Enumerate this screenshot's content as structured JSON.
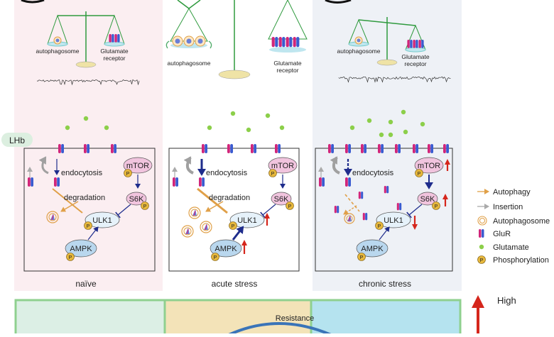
{
  "region_label": "LHb",
  "panels": [
    {
      "id": "naive",
      "caption": "naïve",
      "balance": {
        "left": "autophagosome",
        "right_1": "Glutamate",
        "right_2": "receptor"
      },
      "labels": {
        "endocytosis": "endocytosis",
        "degradation": "degradation",
        "mtor": "mTOR",
        "s6k": "S6K",
        "ulk1": "ULK1",
        "ampk": "AMPK",
        "p": "P"
      }
    },
    {
      "id": "acute",
      "caption": "acute stress",
      "balance": {
        "left": "autophagosome",
        "right_1": "Glutamate",
        "right_2": "receptor"
      },
      "labels": {
        "endocytosis": "endocytosis",
        "degradation": "degradation",
        "mtor": "mTOR",
        "s6k": "S6K",
        "ulk1": "ULK1",
        "ampk": "AMPK",
        "p": "P"
      }
    },
    {
      "id": "chronic",
      "caption": "chronic stress",
      "balance": {
        "left": "autophagosome",
        "right_1": "Glutamate",
        "right_2": "receptor"
      },
      "labels": {
        "endocytosis": "endocytosis",
        "mtor": "mTOR",
        "s6k": "S6K",
        "ulk1": "ULK1",
        "ampk": "AMPK",
        "p": "P"
      }
    }
  ],
  "legend": [
    {
      "key": "autophagy",
      "label": "Autophagy",
      "icon": "orange-arrow-icon"
    },
    {
      "key": "insertion",
      "label": "Insertion",
      "icon": "gray-arrow-icon"
    },
    {
      "key": "autophagosome",
      "label": "Autophagosome",
      "icon": "double-ring-icon"
    },
    {
      "key": "glur",
      "label": "GluR",
      "icon": "receptor-icon"
    },
    {
      "key": "glutamate",
      "label": "Glutamate",
      "icon": "green-dot-icon"
    },
    {
      "key": "phosphorylation",
      "label": "Phosphorylation",
      "icon": "p-circle-icon"
    }
  ],
  "bottom": {
    "resistance": "Resistance",
    "high": "High"
  },
  "colors": {
    "naive_bg": "#fbeef1",
    "chronic_bg": "#eef1f6",
    "balance_green": "#2f9a3e",
    "pan_fill": "#efe3a6",
    "glutamate": "#8ccf4a",
    "autophagy_arrow": "#e0a048",
    "mtor_fill": "#f1c4de",
    "ulk1_fill": "#e6f2fa",
    "ampk_fill": "#b9d7ee",
    "phospho": "#e6b73c",
    "up_arrow": "#d5261c",
    "down_arrow": "#1e2c8c",
    "bottom_green": "#dcefe5",
    "bottom_tan": "#f3e3b8",
    "bottom_blue": "#b5e3ef"
  }
}
